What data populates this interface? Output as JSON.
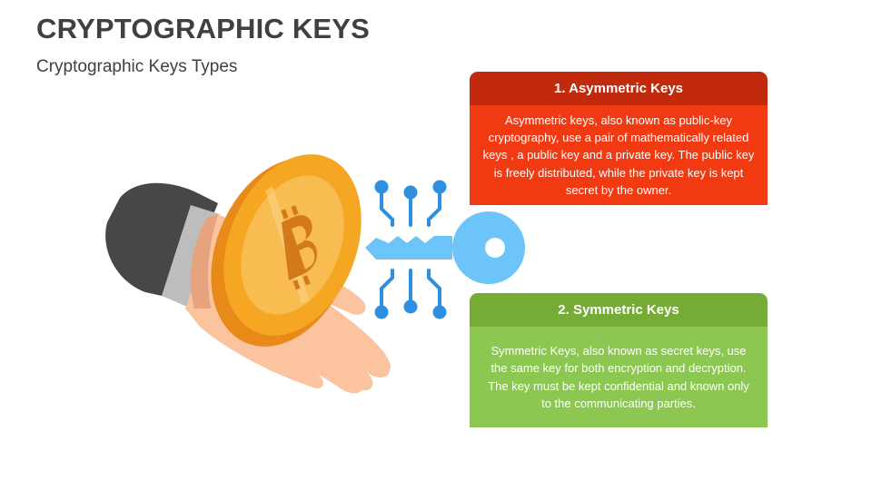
{
  "slide": {
    "title": "CRYPTOGRAPHIC KEYS",
    "subtitle": "Cryptographic Keys Types"
  },
  "cards": [
    {
      "heading": "1. Asymmetric Keys",
      "body": "Asymmetric keys, also known as public-key cryptography, use a pair of mathematically related keys , a public key and a private key. The public key is freely distributed, while the private key is kept secret by the owner.",
      "header_color": "#C22A0E",
      "body_color": "#F23A12"
    },
    {
      "heading": "2. Symmetric Keys",
      "body": "Symmetric Keys, also known as secret keys, use the same key for both encryption and decryption. The key must be kept confidential and known only to the communicating parties.",
      "header_color": "#74AC35",
      "body_color": "#8CC752"
    }
  ],
  "illustration": {
    "icons": [
      "hand-icon",
      "bitcoin-coin-icon",
      "key-icon",
      "circuit-lines-icon"
    ],
    "coin_color": "#F5A623",
    "key_color": "#6CC4F8"
  }
}
